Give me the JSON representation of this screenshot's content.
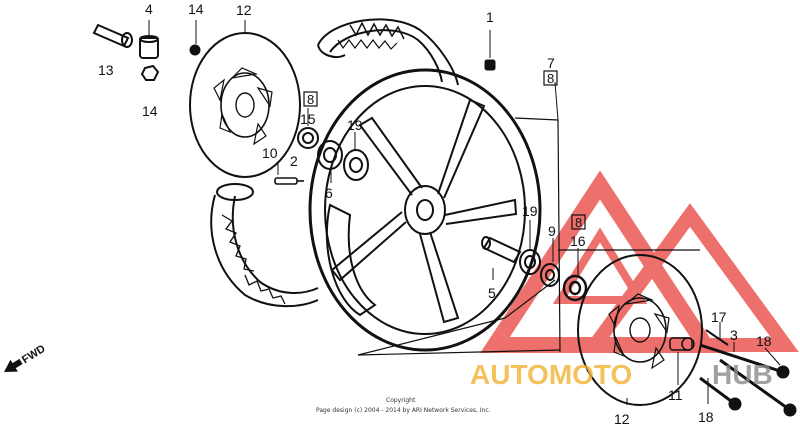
{
  "callouts": {
    "c1": "1",
    "c2": "2",
    "c3": "3",
    "c4": "4",
    "c5": "5",
    "c6": "6",
    "c7": "7",
    "c8a": "8",
    "c8b": "8",
    "c8c": "8",
    "c9": "9",
    "c10": "10",
    "c11": "11",
    "c12a": "12",
    "c12b": "12",
    "c13": "13",
    "c14a": "14",
    "c14b": "14",
    "c15": "15",
    "c16": "16",
    "c17": "17",
    "c18a": "18",
    "c18b": "18",
    "c19a": "19",
    "c19b": "19"
  },
  "direction_label": "FWD",
  "copyright": {
    "line1": "Copyright",
    "line2": "Page design (c) 2004 - 2014 by ARI Network Services, Inc."
  },
  "watermark": {
    "text_auto": "AUTOMOTO",
    "text_hub": "HUB",
    "color_red": "#e8413c",
    "color_orange": "#f2b233",
    "color_gray": "#8a8a8a"
  }
}
